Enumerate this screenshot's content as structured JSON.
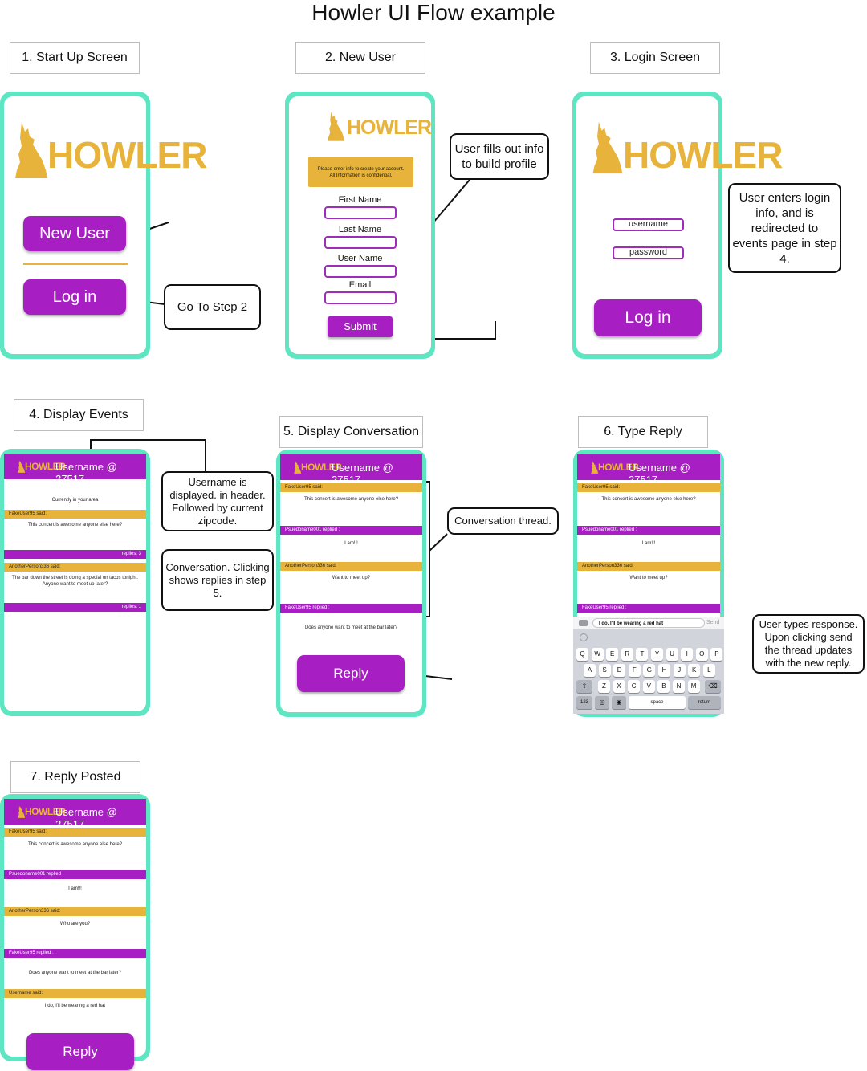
{
  "title": "Howler UI Flow example",
  "colors": {
    "purple": "#a71fc2",
    "gold": "#e8b33a",
    "phone_frame": "#5ee6c3"
  },
  "logo_text": "HOWLER",
  "header_user": "Username @ 27517",
  "steps": {
    "s1": "1. Start Up Screen",
    "s2": "2. New User",
    "s3": "3. Login Screen",
    "s4": "4. Display Events",
    "s5": "5. Display Conversation",
    "s6": "6. Type Reply",
    "s7": "7. Reply Posted"
  },
  "callouts": {
    "go_step2": "Go To Step 2",
    "fill_info": "User fills out info to build profile",
    "login_info": "User enters login info, and is redirected to events page in step 4.",
    "username_header": "Username is displayed. in header. Followed by current zipcode.",
    "conversation": "Conversation. Clicking shows replies in step 5.",
    "thread": "Conversation thread.",
    "types_response": "User types response. Upon clicking send the thread updates with the new reply."
  },
  "startup": {
    "new_user": "New User",
    "login": "Log in"
  },
  "newuser": {
    "notice_line1": "Please enter info to create your account.",
    "notice_line2": "All Information is confidential.",
    "first_name": "First Name",
    "last_name": "Last Name",
    "user_name": "User Name",
    "email": "Email",
    "submit": "Submit"
  },
  "login": {
    "username": "username",
    "password": "password",
    "button": "Log in"
  },
  "events": {
    "area": "Currently in your area",
    "user1": "FakeUser95 said:",
    "msg1": "This concert is awesome anyone else here?",
    "replies1": "replies: 3",
    "user2": "AnotherPerson336 said:",
    "msg2a": "The bar down the street is doing a special on tacos tonight.",
    "msg2b": "Anyone want to meet up later?",
    "replies2": "replies: 1"
  },
  "conversation": {
    "u1": "FakeUser95 said:",
    "m1": "This concert is awesome anyone else here?",
    "u2": "Psuedoname001 replied :",
    "m2": "I am!!!",
    "u3": "AnotherPerson336 said:",
    "m3": "Want to meet up?",
    "u4": "FakeUser95 replied :",
    "m4": "Does anyone want to meet at the bar later?",
    "reply": "Reply"
  },
  "typing": {
    "input": "I do, I'll be wearing a red hat",
    "send": "Send",
    "row1": [
      "Q",
      "W",
      "E",
      "R",
      "T",
      "Y",
      "U",
      "I",
      "O",
      "P"
    ],
    "row2": [
      "A",
      "S",
      "D",
      "F",
      "G",
      "H",
      "J",
      "K",
      "L"
    ],
    "row3": [
      "Z",
      "X",
      "C",
      "V",
      "B",
      "N",
      "M"
    ],
    "k123": "123",
    "space": "space",
    "return": "return"
  },
  "posted": {
    "u1": "FakeUser95 said:",
    "m1": "This concert is awesome anyone else here?",
    "u2": "Psuedoname001 replied :",
    "m2": "I am!!!",
    "u3": "AnotherPerson336 said:",
    "m3": "Who are you?",
    "u4": "FakeUser95 replied :",
    "m4": "Does anyone want to meet at the bar later?",
    "u5": "Username said:",
    "m5": "I do, I'll be wearing a red hat",
    "reply": "Reply"
  }
}
